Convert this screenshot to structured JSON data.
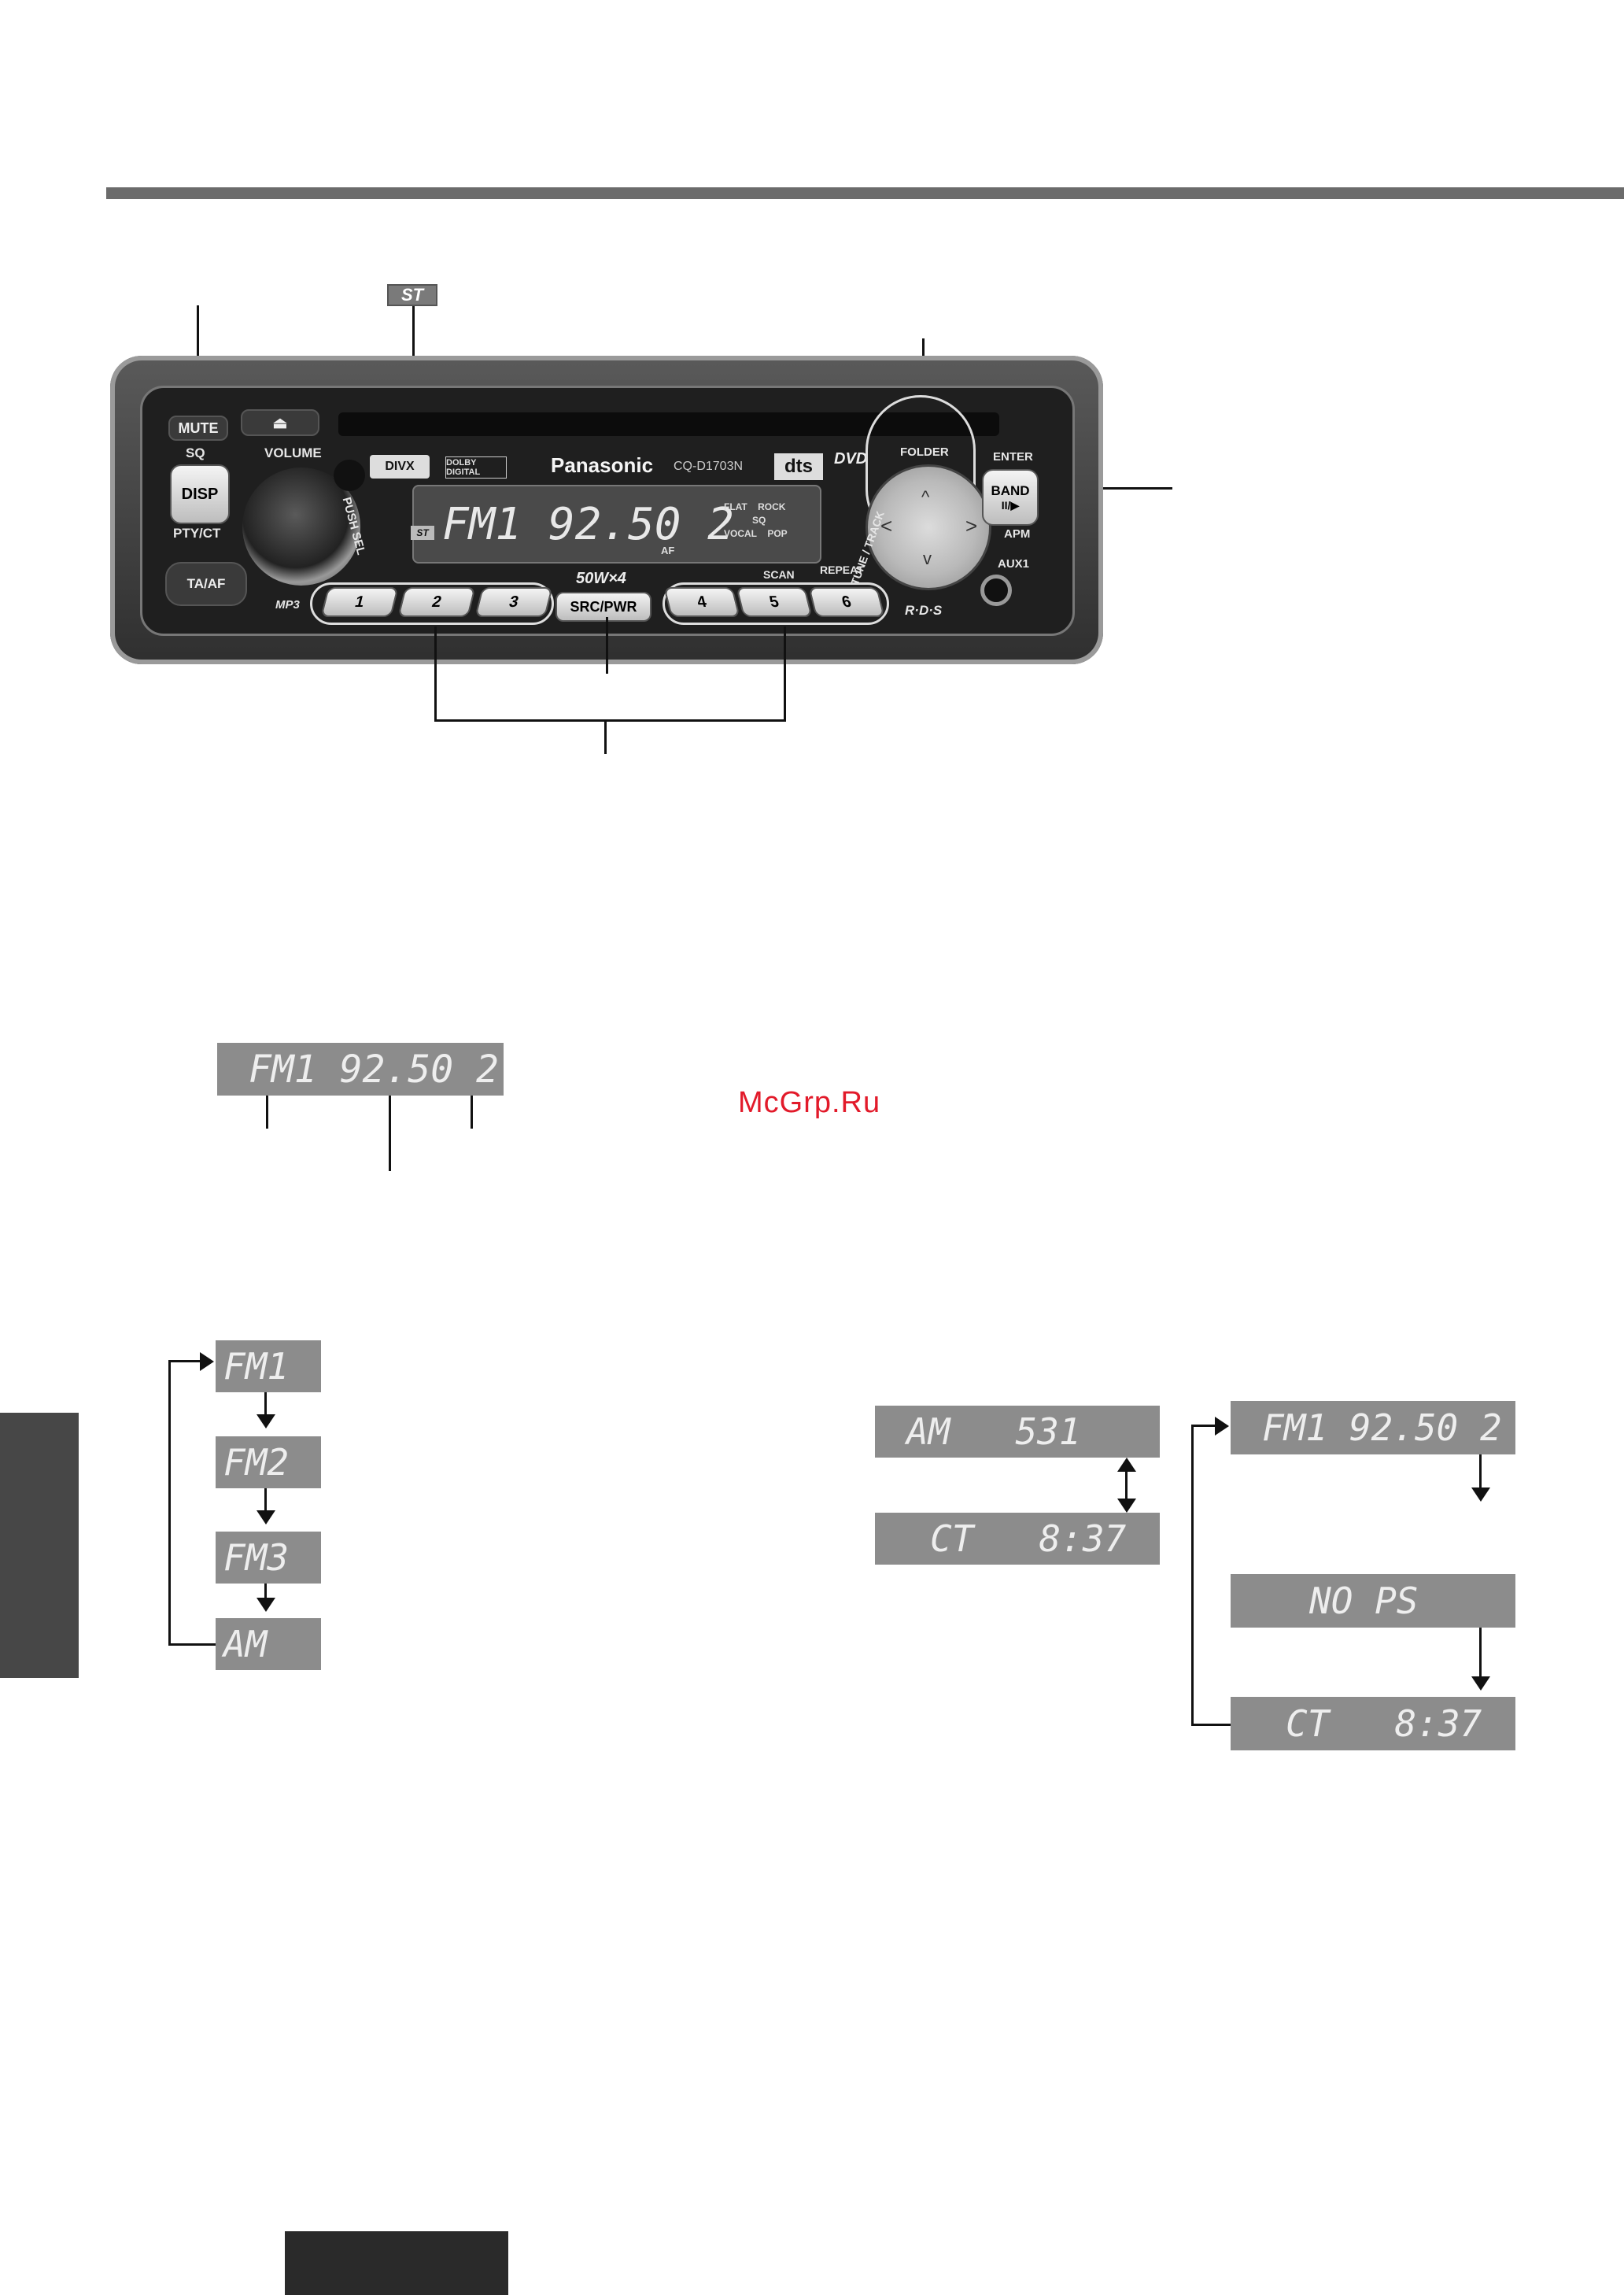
{
  "page": {
    "watermark": "McGrp.Ru",
    "st_indicator": "ST"
  },
  "radio": {
    "brand": "Panasonic",
    "model": "CQ-D1703N",
    "power_label": "50W×4",
    "display_text": "FM1 92.50 2",
    "display_af": "AF",
    "sq_modes": [
      "FLAT",
      "ROCK",
      "SQ",
      "VOCAL",
      "POP"
    ],
    "buttons": {
      "mute": "MUTE",
      "sq": "SQ",
      "disp": "DISP",
      "pty_ct": "PTY/CT",
      "ta_af": "TA/AF",
      "eject": "⏏",
      "volume": "VOLUME",
      "push_sel": "PUSH SEL",
      "mp3": "MP3",
      "divx": "DIVX",
      "dolby": "DOLBY DIGITAL",
      "dts": "dts",
      "dvd": "DVD",
      "folder": "FOLDER",
      "tune_track": "TUNE / TRACK",
      "enter": "ENTER",
      "band": "BAND",
      "band_sub": "II/▶",
      "apm": "APM",
      "aux1": "AUX1",
      "repeat": "REPEAT",
      "scan": "SCAN",
      "src_pwr": "SRC/PWR",
      "rds": "R·D·S",
      "presets": [
        "1",
        "2",
        "3",
        "4",
        "5",
        "6"
      ]
    }
  },
  "displays": {
    "freq_example": "FM1 92.50 2",
    "band_cycle": [
      "FM1",
      "FM2",
      "FM3",
      "AM"
    ],
    "am_example": "AM   531",
    "am_ct": "CT   8:37",
    "fm_cycle": [
      "FM1 92.50 2",
      "NO PS",
      "CT   8:37"
    ]
  },
  "colors": {
    "lcd_bg": "#8c8c8c",
    "lcd_text": "#eeeeee",
    "watermark": "#e21a2a",
    "bar": "#6b6b6b"
  }
}
